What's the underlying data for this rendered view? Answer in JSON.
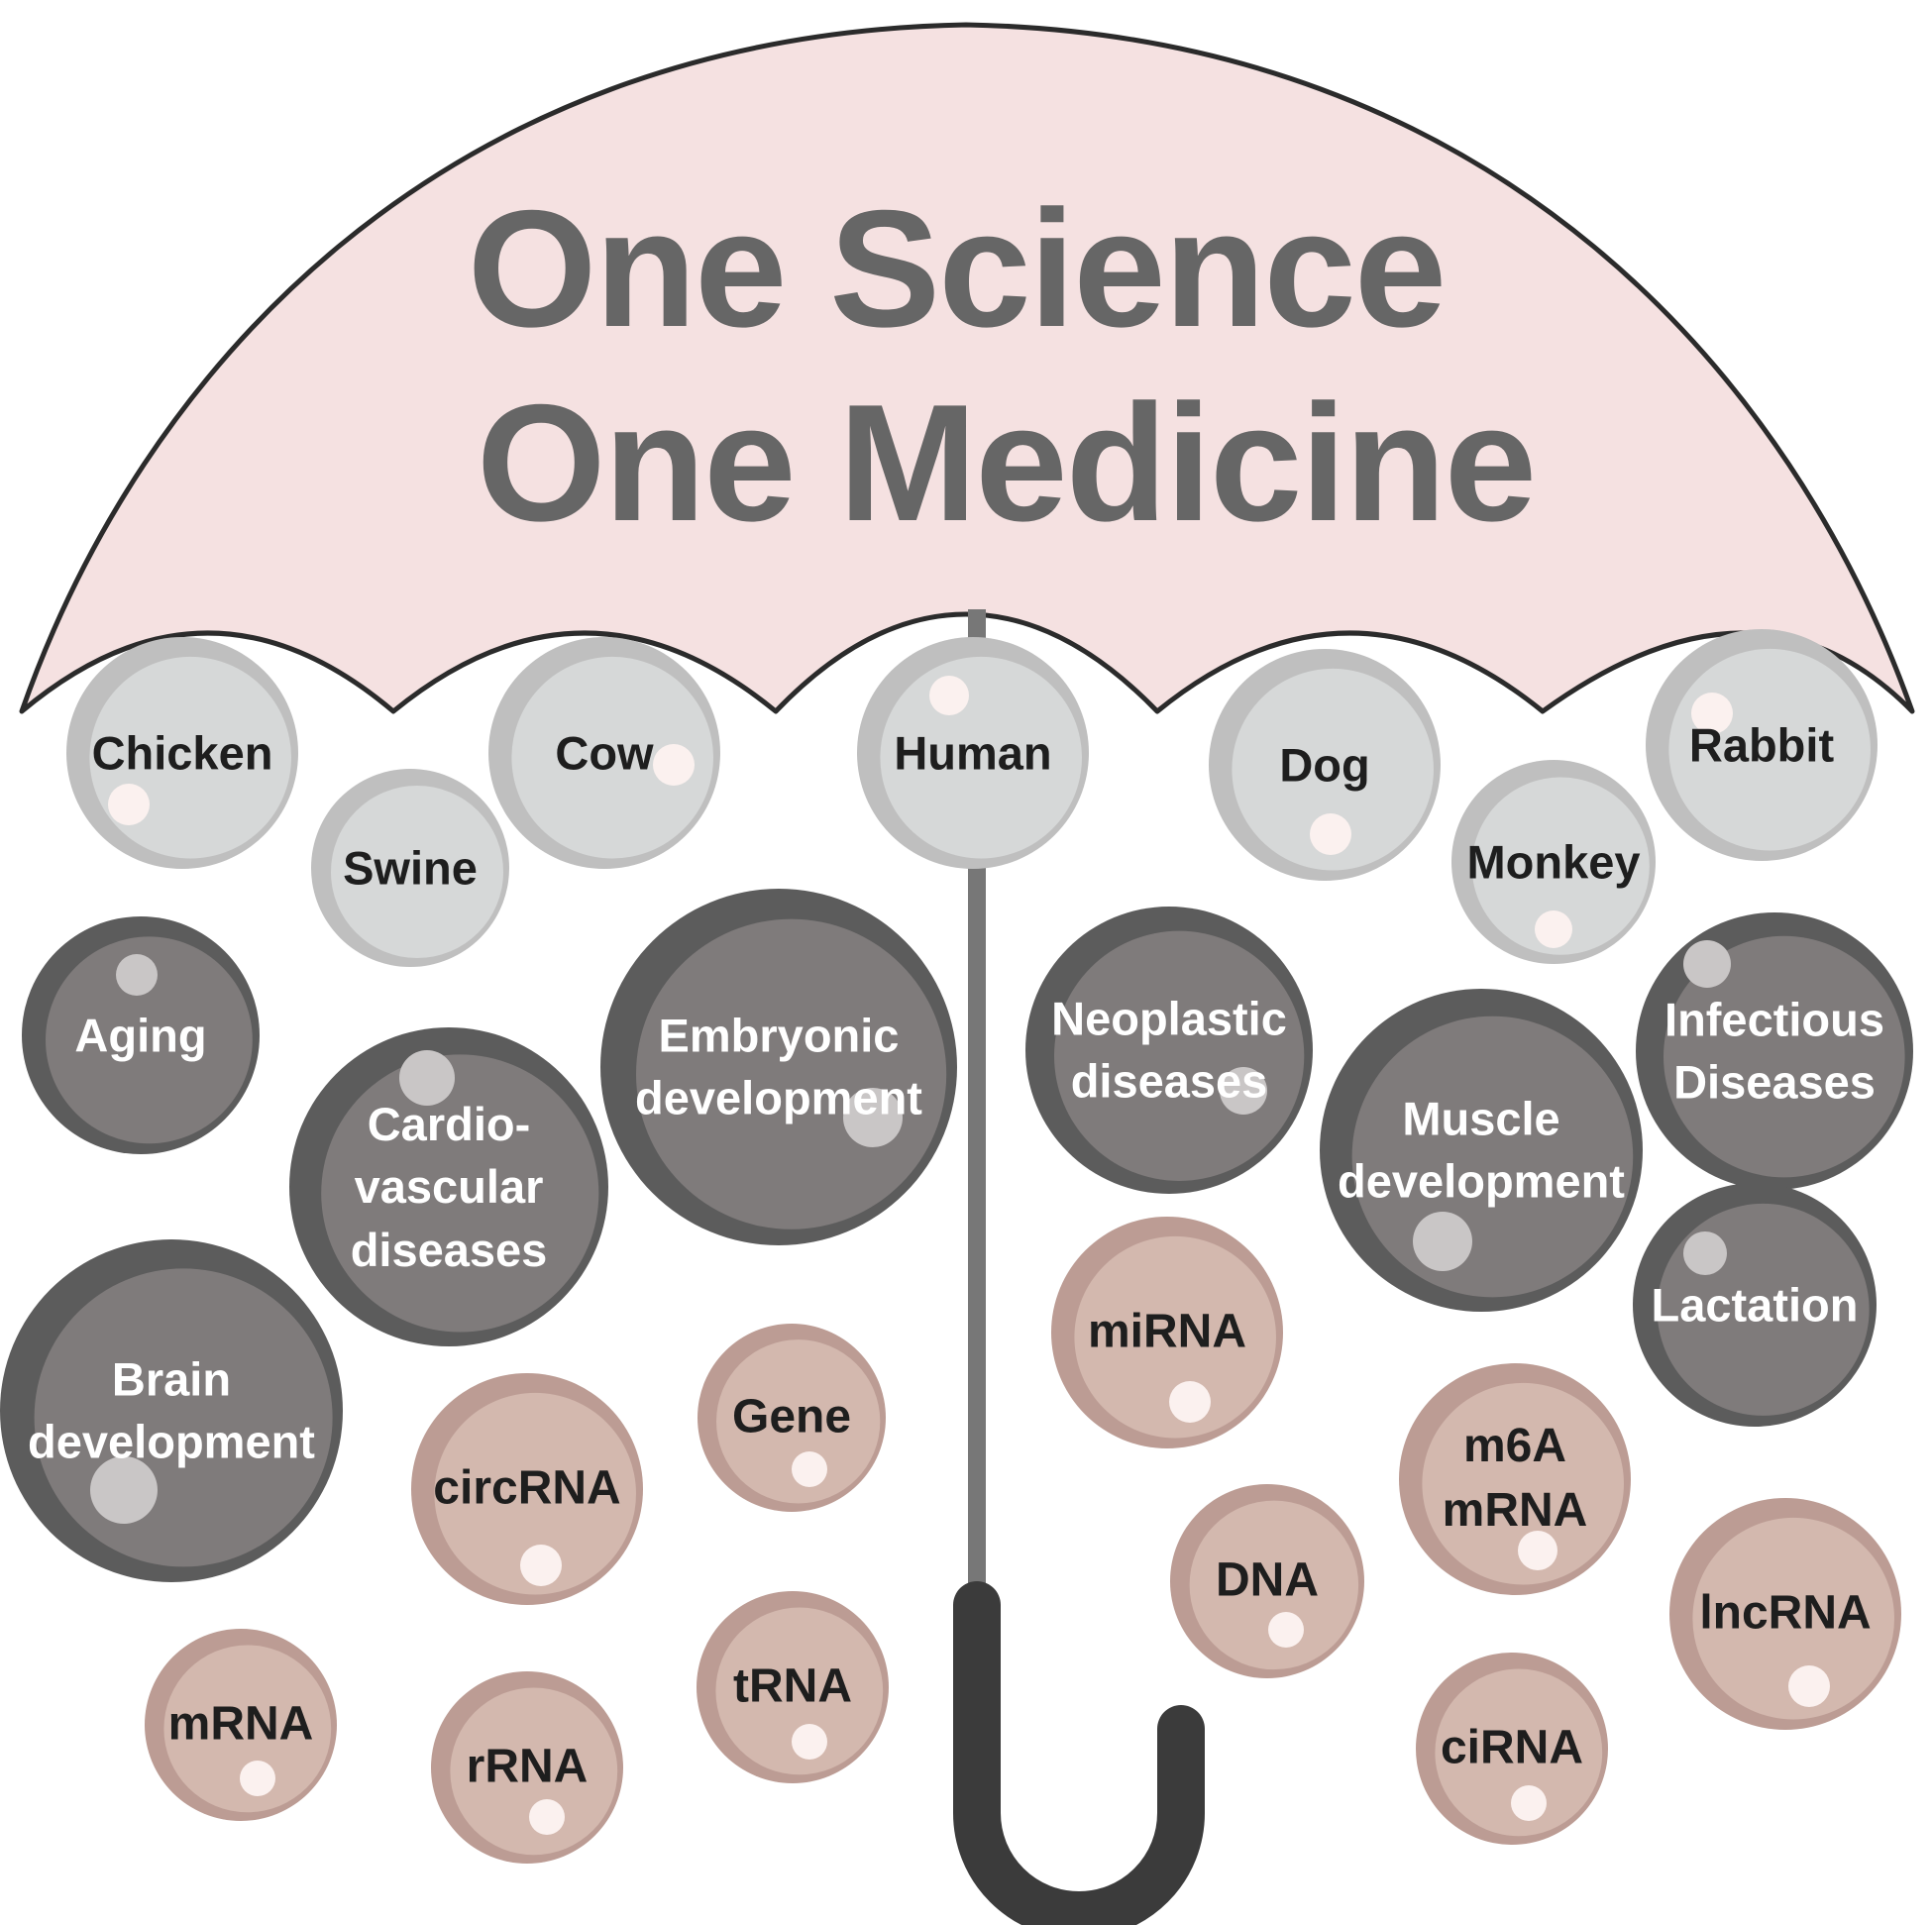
{
  "title": {
    "line1": "One Science",
    "line2": "One Medicine"
  },
  "colors": {
    "canopy_fill": "#f5e1e1",
    "canopy_stroke": "#2b2b2b",
    "title_text": "#666666",
    "shaft": "#777777",
    "handle": "#3b3b3b",
    "animal_outer": "#bfbfbf",
    "animal_inner": "#d6d8d8",
    "animal_text": "#1e1e1e",
    "disease_outer": "#5c5c5c",
    "disease_inner": "#7f7b7b",
    "disease_text": "#ffffff",
    "molecule_outer": "#bc9c94",
    "molecule_inner": "#d3b8ae",
    "molecule_text": "#1e1e1e",
    "highlight_light": "#fbf1ef",
    "highlight_dark": "#c9c6c6"
  },
  "bubbles": {
    "animals": [
      {
        "id": "chicken",
        "lines": [
          "Chicken"
        ]
      },
      {
        "id": "swine",
        "lines": [
          "Swine"
        ]
      },
      {
        "id": "cow",
        "lines": [
          "Cow"
        ]
      },
      {
        "id": "human",
        "lines": [
          "Human"
        ]
      },
      {
        "id": "dog",
        "lines": [
          "Dog"
        ]
      },
      {
        "id": "monkey",
        "lines": [
          "Monkey"
        ]
      },
      {
        "id": "rabbit",
        "lines": [
          "Rabbit"
        ]
      }
    ],
    "diseases": [
      {
        "id": "aging",
        "lines": [
          "Aging"
        ]
      },
      {
        "id": "cardiovascular",
        "lines": [
          "Cardio-",
          "vascular",
          "diseases"
        ]
      },
      {
        "id": "embryonic",
        "lines": [
          "Embryonic",
          "development"
        ]
      },
      {
        "id": "neoplastic",
        "lines": [
          "Neoplastic",
          "diseases"
        ]
      },
      {
        "id": "muscle",
        "lines": [
          "Muscle",
          "development"
        ]
      },
      {
        "id": "infectious",
        "lines": [
          "Infectious",
          "Diseases"
        ]
      },
      {
        "id": "brain",
        "lines": [
          "Brain",
          "development"
        ]
      },
      {
        "id": "lactation",
        "lines": [
          "Lactation"
        ]
      }
    ],
    "molecules": [
      {
        "id": "mirna",
        "lines": [
          "miRNA"
        ]
      },
      {
        "id": "gene",
        "lines": [
          "Gene"
        ]
      },
      {
        "id": "circrna",
        "lines": [
          "circRNA"
        ]
      },
      {
        "id": "m6a",
        "lines": [
          "m6A",
          "mRNA"
        ]
      },
      {
        "id": "dna",
        "lines": [
          "DNA"
        ]
      },
      {
        "id": "lncrna",
        "lines": [
          "lncRNA"
        ]
      },
      {
        "id": "mrna",
        "lines": [
          "mRNA"
        ]
      },
      {
        "id": "rrna",
        "lines": [
          "rRNA"
        ]
      },
      {
        "id": "trna",
        "lines": [
          "tRNA"
        ]
      },
      {
        "id": "cirna",
        "lines": [
          "ciRNA"
        ]
      }
    ]
  }
}
